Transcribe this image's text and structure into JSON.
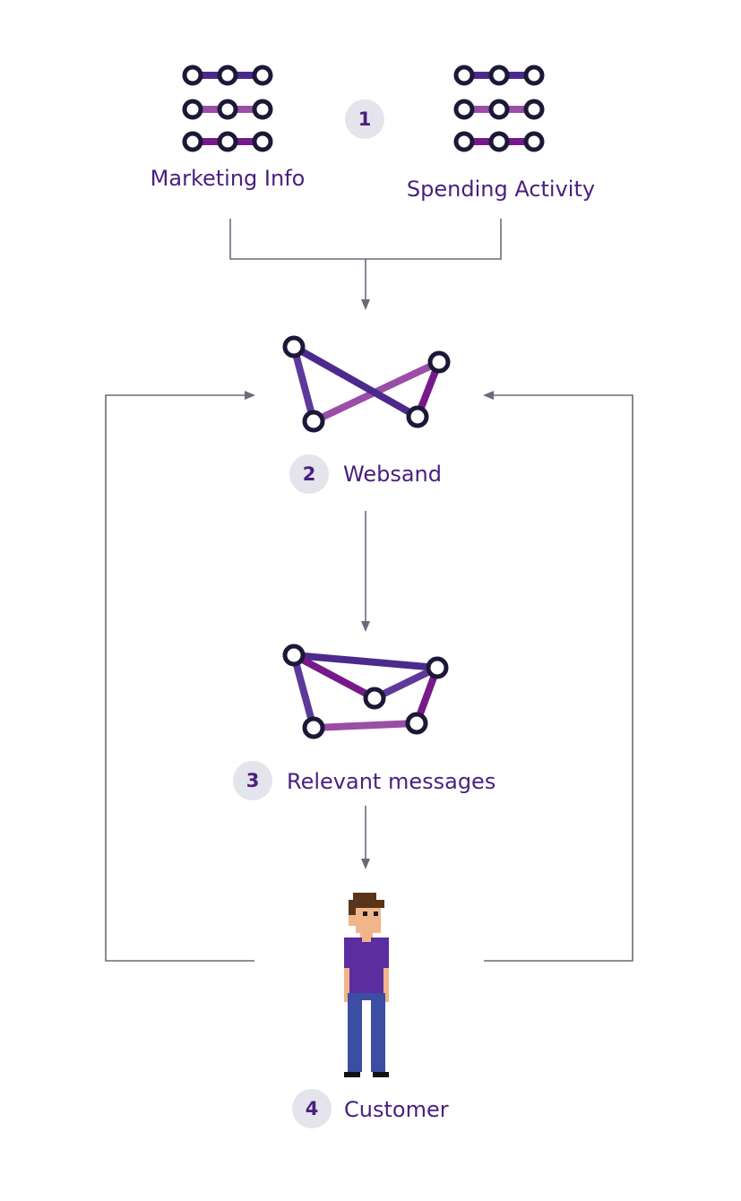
{
  "diagram": {
    "nodes": {
      "marketing": {
        "label": "Marketing Info"
      },
      "spending": {
        "label": "Spending Activity"
      },
      "websand": {
        "label": "Websand"
      },
      "messages": {
        "label": "Relevant messages"
      },
      "customer": {
        "label": "Customer"
      }
    },
    "steps": [
      "1",
      "2",
      "3",
      "4"
    ],
    "edges": [
      {
        "from": "marketing",
        "to": "websand"
      },
      {
        "from": "spending",
        "to": "websand"
      },
      {
        "from": "websand",
        "to": "messages"
      },
      {
        "from": "messages",
        "to": "customer"
      },
      {
        "from": "customer",
        "to": "websand",
        "side": "left"
      },
      {
        "from": "customer",
        "to": "websand",
        "side": "right"
      }
    ]
  },
  "colors": {
    "label_text": "#4a1f7e",
    "badge_bg": "#e4e4ec",
    "connector": "#6a6a7c",
    "node_outline": "#1c1838",
    "purple_dark": "#4c2a8c",
    "purple_light": "#9a4ea6",
    "purple_mid": "#77198a",
    "shirt": "#5b2d9e",
    "jeans": "#3b4ea3"
  },
  "icons": {
    "data_sources": "database-rows-icon",
    "websand": "bowtie-network-icon",
    "messages": "polygon-network-icon",
    "customer": "pixel-person-icon"
  }
}
